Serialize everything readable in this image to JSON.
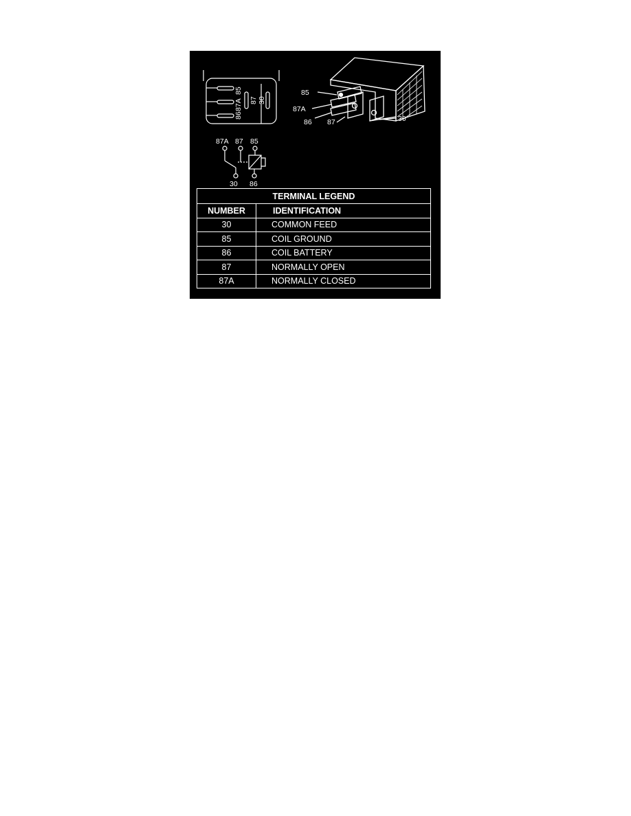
{
  "diagram": {
    "pin_view": {
      "labels": [
        "85",
        "87A",
        "86",
        "87",
        "30"
      ]
    },
    "relay_view": {
      "labels": [
        "85",
        "87A",
        "86",
        "87",
        "30"
      ]
    },
    "schematic": {
      "labels": [
        "87A",
        "87",
        "85",
        "30",
        "86"
      ]
    }
  },
  "legend": {
    "title": "TERMINAL LEGEND",
    "headers": [
      "NUMBER",
      "IDENTIFICATION"
    ],
    "rows": [
      {
        "number": "30",
        "identification": "COMMON FEED"
      },
      {
        "number": "85",
        "identification": "COIL GROUND"
      },
      {
        "number": "86",
        "identification": "COIL BATTERY"
      },
      {
        "number": "87",
        "identification": "NORMALLY OPEN"
      },
      {
        "number": "87A",
        "identification": "NORMALLY CLOSED"
      }
    ]
  },
  "colors": {
    "background": "#000000",
    "foreground": "#ffffff",
    "page": "#ffffff"
  }
}
